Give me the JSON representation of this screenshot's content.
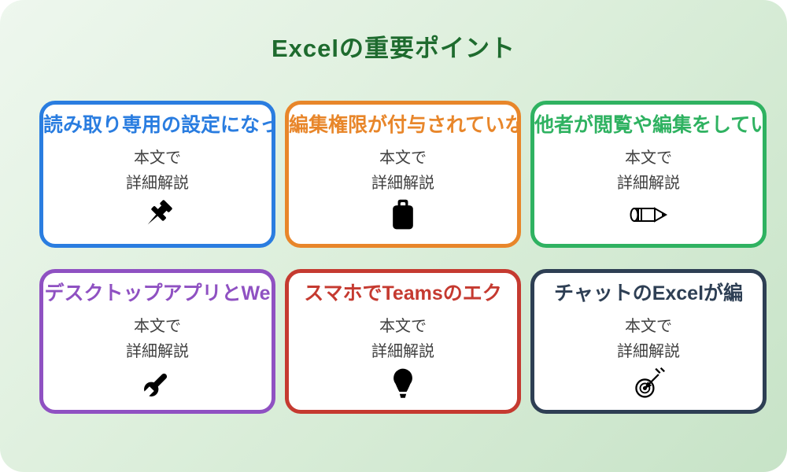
{
  "page": {
    "title": "Excelの重要ポイント",
    "title_color": "#1e6b2e",
    "background_start": "#eef7ee",
    "background_end": "#c7e3c7",
    "card_background": "#ffffff",
    "body_text_color": "#3f3f3f"
  },
  "cards": [
    {
      "title": "読み取り専用の設定になっ",
      "body_line1": "本文で",
      "body_line2": "詳細解説",
      "color": "#2a7de0",
      "icon": "pushpin-icon"
    },
    {
      "title": "編集権限が付与されていな",
      "body_line1": "本文で",
      "body_line2": "詳細解説",
      "color": "#e8862a",
      "icon": "clipboard-icon"
    },
    {
      "title": "他者が閲覧や編集をしてい",
      "body_line1": "本文で",
      "body_line2": "詳細解説",
      "color": "#2fb261",
      "icon": "pencil-icon"
    },
    {
      "title": "デスクトップアプリとWe",
      "body_line1": "本文で",
      "body_line2": "詳細解説",
      "color": "#8f51c2",
      "icon": "wrench-icon"
    },
    {
      "title": "スマホでTeamsのエク",
      "body_line1": "本文で",
      "body_line2": "詳細解説",
      "color": "#c53a30",
      "icon": "lightbulb-icon"
    },
    {
      "title": "チャットのExcelが編",
      "body_line1": "本文で",
      "body_line2": "詳細解説",
      "color": "#2e3f54",
      "icon": "target-icon"
    }
  ]
}
